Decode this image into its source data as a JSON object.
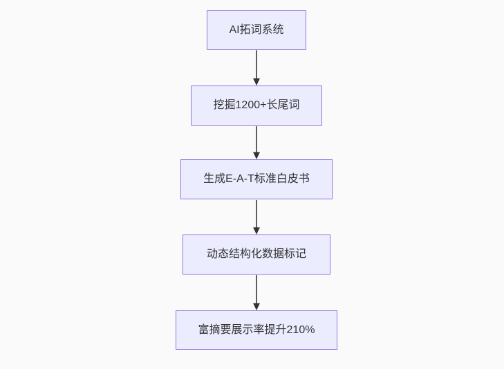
{
  "diagram": {
    "type": "flowchart",
    "direction": "top-down",
    "nodes": [
      {
        "id": "A",
        "label": "AI拓词系统"
      },
      {
        "id": "B",
        "label": "挖掘1200+长尾词"
      },
      {
        "id": "C",
        "label": "生成E-A-T标准白皮书"
      },
      {
        "id": "D",
        "label": "动态结构化数据标记"
      },
      {
        "id": "E",
        "label": "富摘要展示率提升210%"
      }
    ],
    "edges": [
      {
        "from": "A",
        "to": "B"
      },
      {
        "from": "B",
        "to": "C"
      },
      {
        "from": "C",
        "to": "D"
      },
      {
        "from": "D",
        "to": "E"
      }
    ],
    "colors": {
      "background": "#fafafa",
      "node_fill": "#ECECFF",
      "node_border": "#9370DB",
      "node_text": "#333333",
      "arrow_line": "#4d4d4d",
      "arrow_head": "#333333"
    }
  }
}
